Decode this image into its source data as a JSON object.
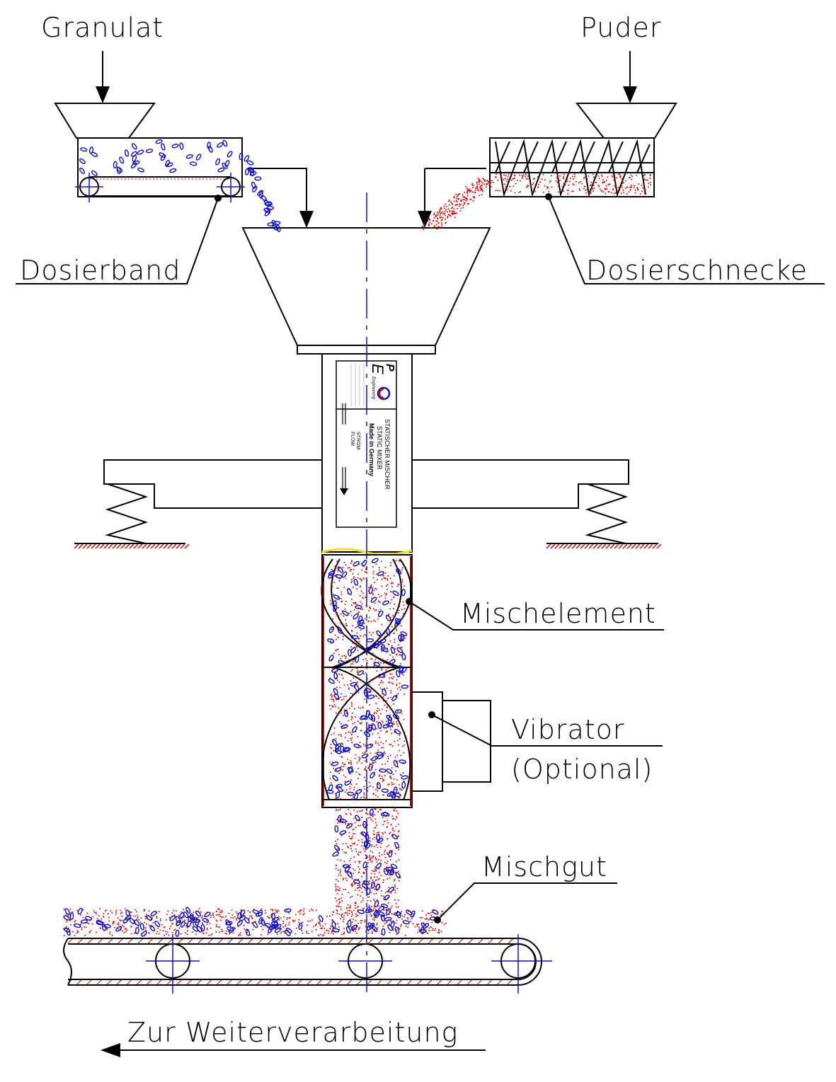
{
  "labels": {
    "granulat": "Granulat",
    "puder": "Puder",
    "dosierband": "Dosierband",
    "dosierschnecke": "Dosierschnecke",
    "mischelement": "Mischelement",
    "vibrator_line1": "Vibrator",
    "vibrator_line2": "(Optional)",
    "mischgut": "Mischgut",
    "weiterverarbeitung": "Zur Weiterverarbeitung"
  },
  "nameplate": {
    "title_de": "STATISCHER MISCHER",
    "title_en": "STATIC MIXER",
    "made_in": "Made in Germany",
    "flow_de": "STROM",
    "flow_en": "FLOW",
    "logo_p": "P",
    "logo_e": "E",
    "logo_sub": "Engineering"
  },
  "colors": {
    "line": "#000000",
    "axis": "#1010c0",
    "granulate": "#1010c0",
    "powder": "#d01010",
    "hatch": "#c00000",
    "seal": "#f0e020"
  }
}
